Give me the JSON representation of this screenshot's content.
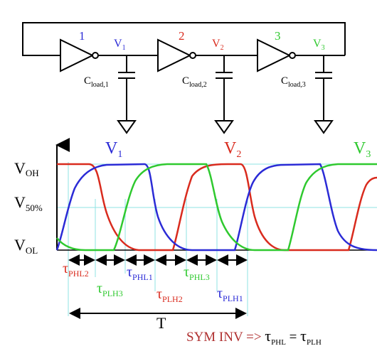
{
  "colors": {
    "v1": "#2b2bd6",
    "v2": "#d92b1e",
    "v3": "#2fc92f",
    "grid": "#8fe3e3",
    "black": "#000000",
    "caption": "#b03030"
  },
  "circuit": {
    "stages": [
      {
        "number": "1",
        "node": "V",
        "node_sub": "1",
        "cap_label": "C",
        "cap_sub": "load,1"
      },
      {
        "number": "2",
        "node": "V",
        "node_sub": "2",
        "cap_label": "C",
        "cap_sub": "load,2"
      },
      {
        "number": "3",
        "node": "V",
        "node_sub": "3",
        "cap_label": "C",
        "cap_sub": "load,3"
      }
    ]
  },
  "waveform": {
    "y_levels": [
      {
        "main": "V",
        "sub": "OH"
      },
      {
        "main": "V",
        "sub": "50%"
      },
      {
        "main": "V",
        "sub": "OL"
      }
    ],
    "traces": [
      {
        "main": "V",
        "sub": "1"
      },
      {
        "main": "V",
        "sub": "2"
      },
      {
        "main": "V",
        "sub": "3"
      }
    ],
    "delays": [
      {
        "main": "τ",
        "sub": "PHL2"
      },
      {
        "main": "τ",
        "sub": "PLH3"
      },
      {
        "main": "τ",
        "sub": "PHL1"
      },
      {
        "main": "τ",
        "sub": "PLH2"
      },
      {
        "main": "τ",
        "sub": "PHL3"
      },
      {
        "main": "τ",
        "sub": "PLH1"
      }
    ],
    "period_label": "T"
  },
  "caption": {
    "prefix": "SYM INV => ",
    "tau1": "τ",
    "tau1_sub": "PHL",
    "eq": " = ",
    "tau2": "τ",
    "tau2_sub": "PLH"
  }
}
